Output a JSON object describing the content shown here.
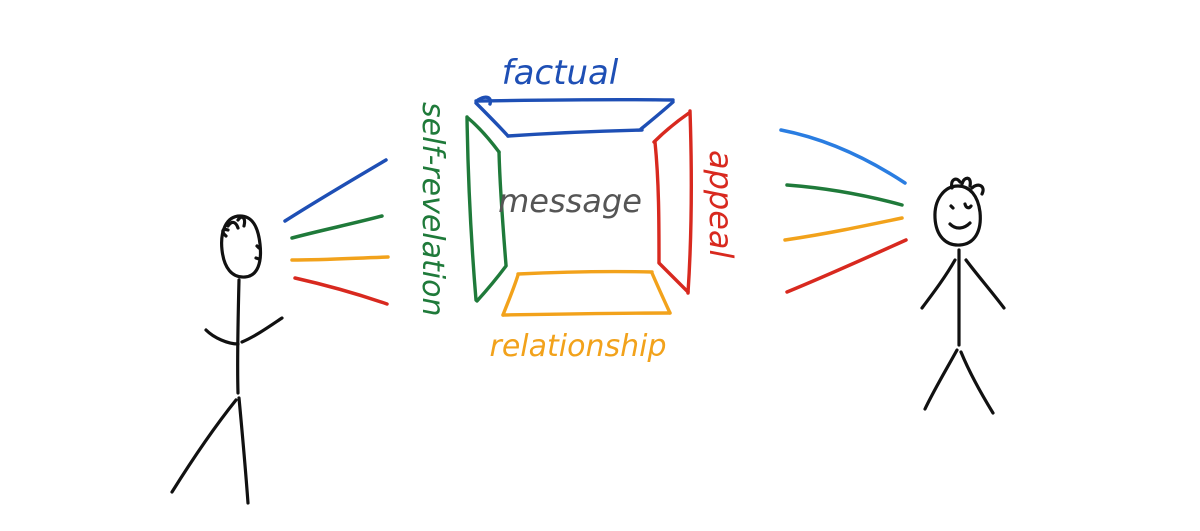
{
  "diagram": {
    "center_label": "message",
    "sides": {
      "top": "factual",
      "left": "self-revelation",
      "right": "appeal",
      "bottom": "relationship"
    }
  },
  "colors": {
    "factual": "#1e4fb5",
    "self_revelation": "#1f7a3a",
    "appeal": "#d8291f",
    "relationship": "#f2a21b",
    "message": "#555555",
    "figure": "#111111",
    "receiver_blue": "#2a7de1",
    "background": "#ffffff"
  }
}
